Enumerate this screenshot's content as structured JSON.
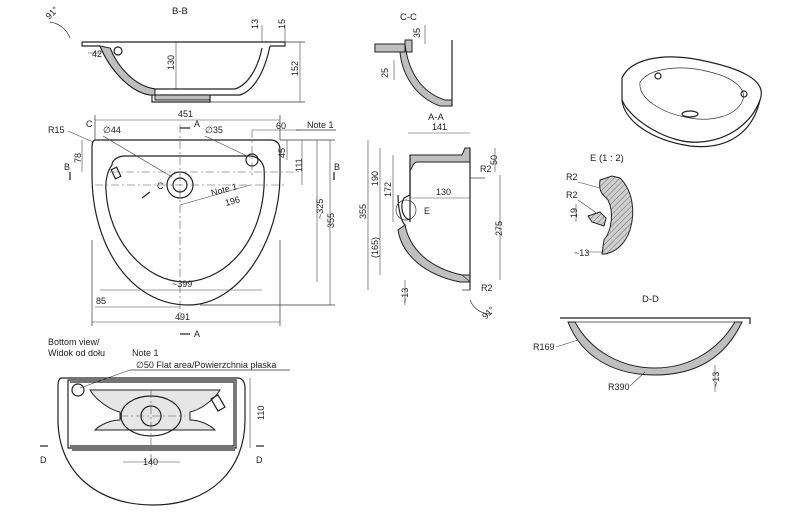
{
  "views": {
    "bb": {
      "title": "B-B",
      "angle": "91°",
      "d13": "13",
      "d15": "15",
      "d42": "42",
      "d130": "130",
      "d152": "152"
    },
    "cc": {
      "title": "C-C",
      "d35": "35",
      "d25": "25"
    },
    "iso": {},
    "top": {
      "r15": "R15",
      "c_left": "C",
      "c_center": "C",
      "a_top": "A",
      "a_bottom": "A",
      "b_left": "B",
      "b_right": "B",
      "d451": "451",
      "phi44": "∅44",
      "phi35": "∅35",
      "d60": "60",
      "note1": "Note 1",
      "d45": "45",
      "d78": "78",
      "d111": "111",
      "d325": "~325",
      "d355": "355",
      "note1b": "Note 1",
      "d196": "196",
      "d399": "~399",
      "d85": "85",
      "d491": "491"
    },
    "aa": {
      "title": "A-A",
      "d141": "141",
      "d50": "50",
      "r2a": "R2",
      "d190": "190",
      "d172": "172",
      "d130": "130",
      "d355": "355",
      "d275": "275",
      "e": "E",
      "d165": "(165)",
      "d13": "~13",
      "r2b": "R2",
      "angle": "91°"
    },
    "ee": {
      "title": "E (1 : 2)",
      "r2a": "R2",
      "r2b": "R2",
      "d19": "19",
      "d13": "~13"
    },
    "dd": {
      "title": "D-D",
      "r169": "R169",
      "r390": "R390",
      "d13": "~13"
    },
    "bottom": {
      "title1": "Bottom view/",
      "title2": "Widok od dołu",
      "note1": "Note 1",
      "flat": "∅50 Flat area/Powierzchnia płaska",
      "d110": "110",
      "d140": "140",
      "d_left": "D",
      "d_right": "D"
    }
  }
}
